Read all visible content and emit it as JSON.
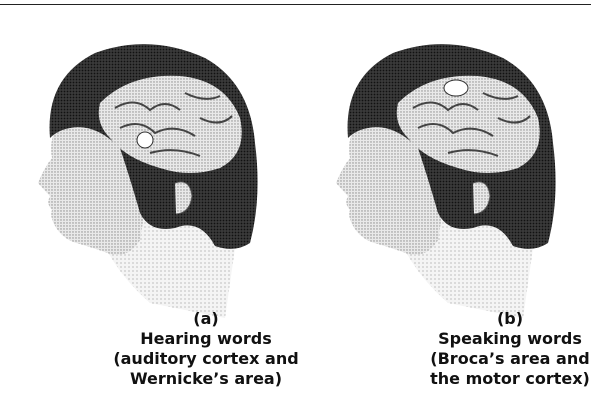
{
  "figure": {
    "panel_a": {
      "letter": "(a)",
      "title": "Hearing words",
      "line1": "(auditory cortex and",
      "line2": "Wernicke’s area)"
    },
    "panel_b": {
      "letter": "(b)",
      "title": "Speaking words",
      "line1": "(Broca’s area and",
      "line2": "the motor cortex)"
    }
  }
}
